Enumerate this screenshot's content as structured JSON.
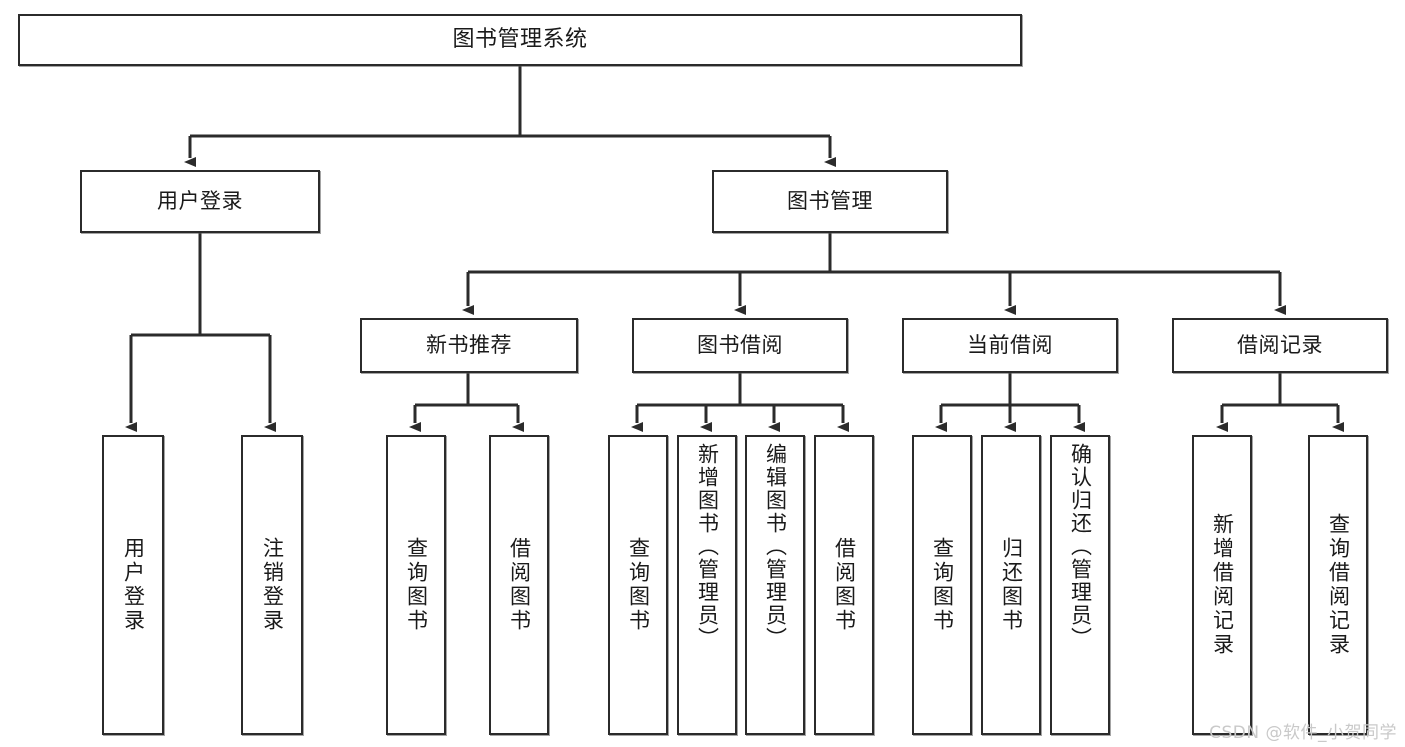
{
  "diagram": {
    "title": "图书管理系统",
    "type": "功能结构图",
    "root": {
      "id": "root",
      "label": "图书管理系统"
    },
    "level2": [
      {
        "id": "user-login",
        "label": "用户登录"
      },
      {
        "id": "book-manage",
        "label": "图书管理"
      }
    ],
    "level3": [
      {
        "id": "new-book-rec",
        "label": "新书推荐",
        "parent": "book-manage"
      },
      {
        "id": "book-borrow",
        "label": "图书借阅",
        "parent": "book-manage"
      },
      {
        "id": "current-borrow",
        "label": "当前借阅",
        "parent": "book-manage"
      },
      {
        "id": "borrow-record",
        "label": "借阅记录",
        "parent": "book-manage"
      }
    ],
    "leaves": [
      {
        "id": "leaf-user-login",
        "label": "用户登录",
        "parent": "user-login"
      },
      {
        "id": "leaf-user-logout",
        "label": "注销登录",
        "parent": "user-login"
      },
      {
        "id": "leaf-query-book-1",
        "label": "查询图书",
        "parent": "new-book-rec"
      },
      {
        "id": "leaf-borrow-book-1",
        "label": "借阅图书",
        "parent": "new-book-rec"
      },
      {
        "id": "leaf-query-book-2",
        "label": "查询图书",
        "parent": "book-borrow"
      },
      {
        "id": "leaf-add-book",
        "label": "新增图书（管理员）",
        "parent": "book-borrow"
      },
      {
        "id": "leaf-edit-book",
        "label": "编辑图书（管理员）",
        "parent": "book-borrow"
      },
      {
        "id": "leaf-borrow-book-2",
        "label": "借阅图书",
        "parent": "book-borrow"
      },
      {
        "id": "leaf-query-book-3",
        "label": "查询图书",
        "parent": "current-borrow"
      },
      {
        "id": "leaf-return-book",
        "label": "归还图书",
        "parent": "current-borrow"
      },
      {
        "id": "leaf-confirm-return",
        "label": "确认归还（管理员）",
        "parent": "current-borrow"
      },
      {
        "id": "leaf-add-record",
        "label": "新增借阅记录",
        "parent": "borrow-record"
      },
      {
        "id": "leaf-query-record",
        "label": "查询借阅记录",
        "parent": "borrow-record"
      }
    ],
    "colors": {
      "box_border": "#2b2b2b",
      "box_fill": "#ffffff",
      "connector": "#2b2b2b",
      "text": "#1a1a1a",
      "watermark": "#c9c9c9"
    }
  },
  "watermark": {
    "text": "CSDN @软件_小贺同学"
  }
}
